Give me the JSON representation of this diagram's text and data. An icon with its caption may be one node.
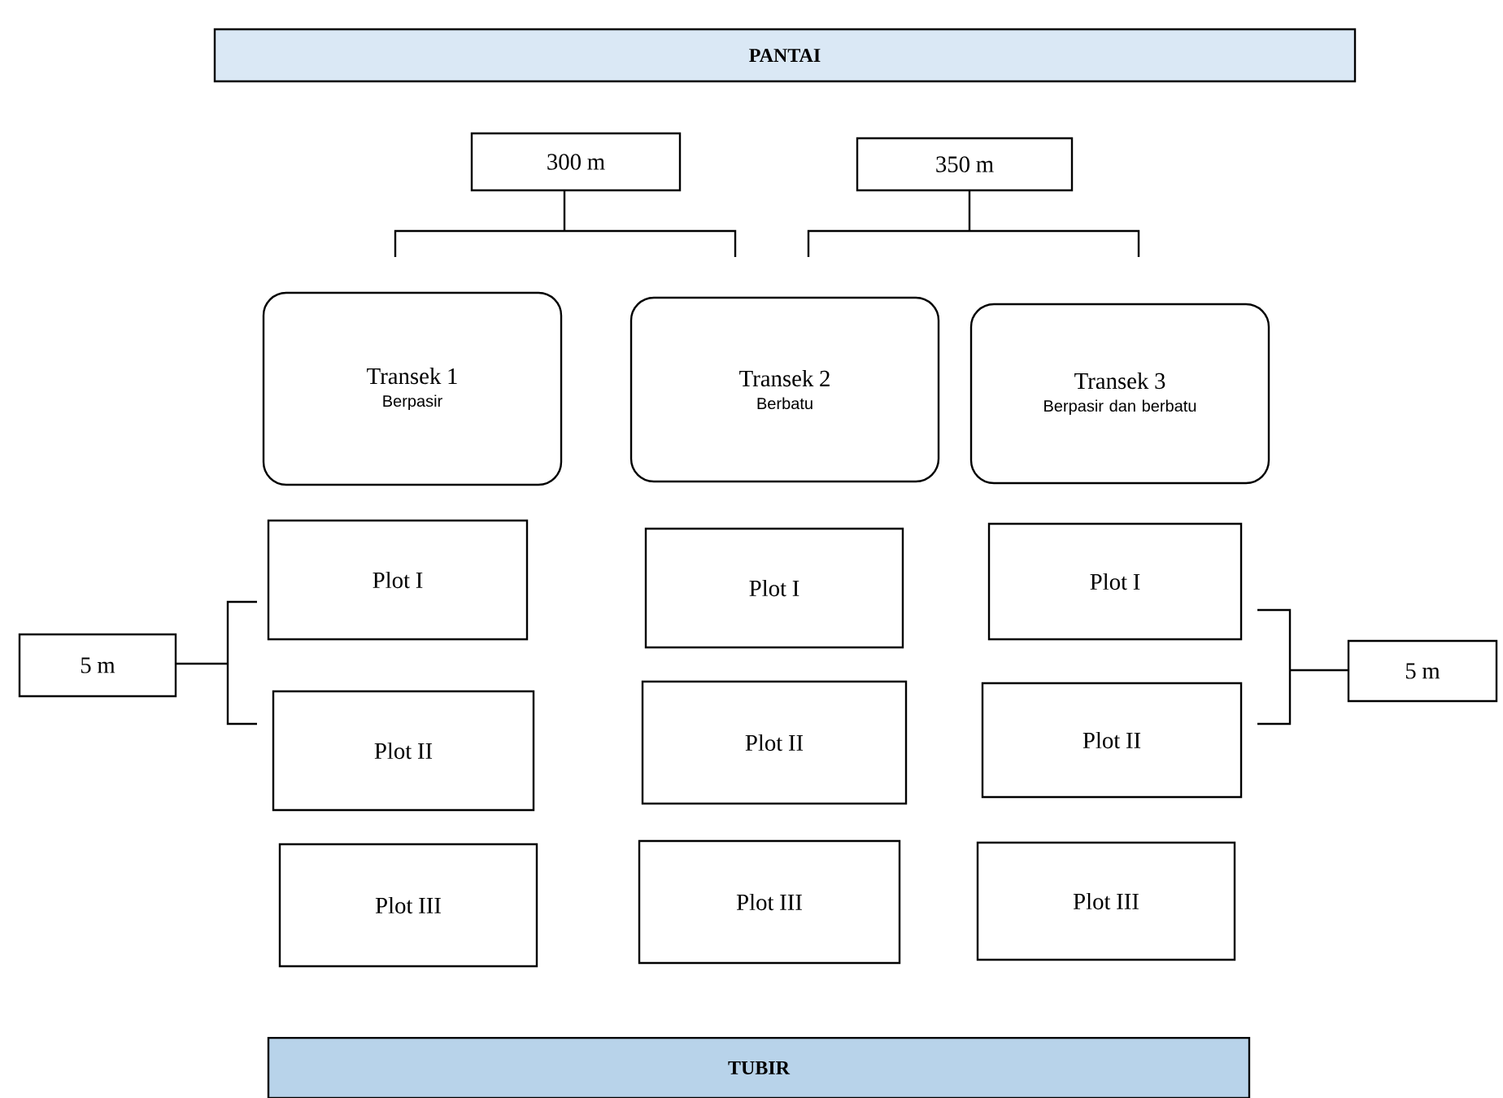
{
  "diagram": {
    "nodes": [
      {
        "text": [
          "PANTAI"
        ]
      },
      {
        "text": [
          "300 m"
        ]
      },
      {
        "text": [
          "350 m"
        ]
      },
      {
        "text": [
          "Transek 1",
          "Berpasir"
        ]
      },
      {
        "text": [
          "Transek 2",
          "Berbatu"
        ]
      },
      {
        "text": [
          "Transek 3",
          "Berpasir dan berbatu"
        ]
      },
      {
        "text": [
          "Plot I"
        ]
      },
      {
        "text": [
          "Plot I"
        ]
      },
      {
        "text": [
          "Plot I"
        ]
      },
      {
        "text": [
          "Plot II"
        ]
      },
      {
        "text": [
          "Plot II"
        ]
      },
      {
        "text": [
          "Plot II"
        ]
      },
      {
        "text": [
          "Plot III"
        ]
      },
      {
        "text": [
          "Plot III"
        ]
      },
      {
        "text": [
          "Plot III"
        ]
      },
      {
        "text": [
          "5 m"
        ]
      },
      {
        "text": [
          "5 m"
        ]
      },
      {
        "text": [
          "TUBIR"
        ]
      }
    ]
  }
}
